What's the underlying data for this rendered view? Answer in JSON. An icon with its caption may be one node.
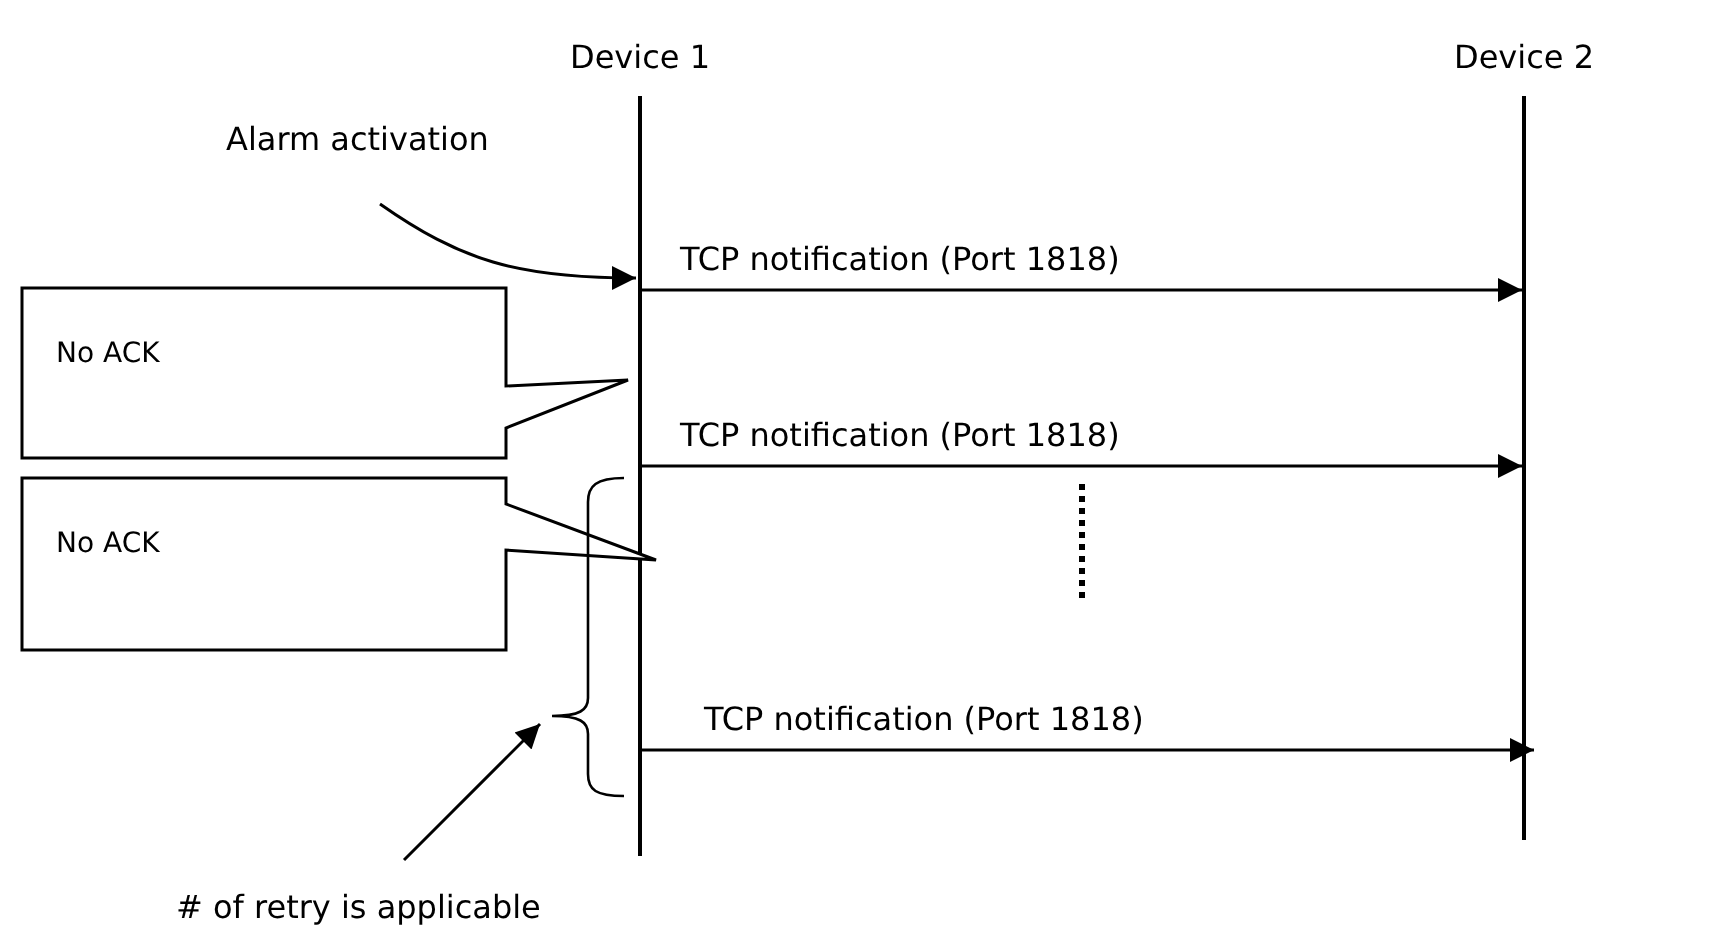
{
  "diagram": {
    "nodes": [
      {
        "text": [
          "Device 1"
        ]
      },
      {
        "text": [
          "Device 2"
        ]
      },
      {
        "text": [
          "Alarm activation"
        ]
      },
      {
        "text": [
          "No ACK"
        ]
      },
      {
        "text": [
          "No ACK"
        ]
      },
      {
        "text": [
          "# of retry is applicable"
        ]
      },
      {
        "text": [],
        "shape": "brace"
      }
    ],
    "edges": [
      {
        "from": 2,
        "to": 0,
        "arrow": "to"
      },
      {
        "from": 0,
        "to": 1,
        "arrow": "to",
        "label": "TCP notification (Port 1818)"
      },
      {
        "from": 0,
        "to": 1,
        "arrow": "to",
        "label": "TCP notification (Port 1818)"
      },
      {
        "from": 0,
        "to": 1,
        "arrow": "to",
        "label": "TCP notification (Port 1818)"
      },
      {
        "from": 5,
        "to": 6,
        "arrow": "to"
      }
    ]
  }
}
